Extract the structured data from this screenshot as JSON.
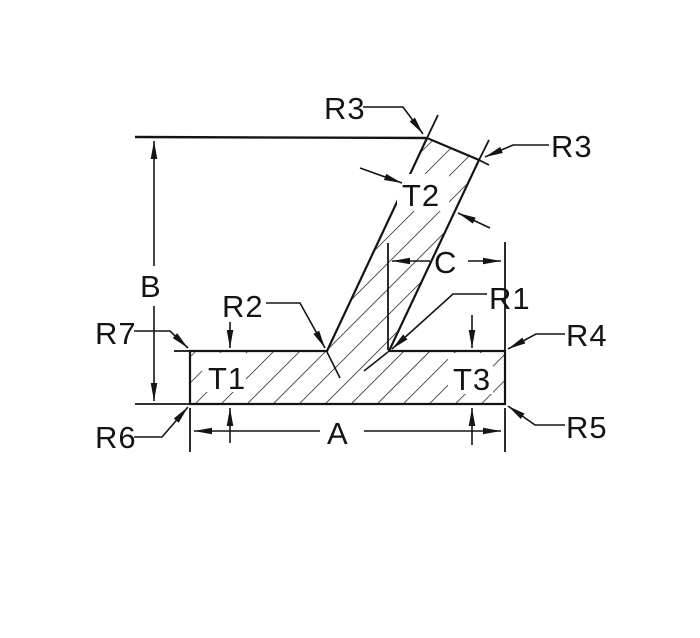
{
  "drawing": {
    "type": "engineering-cross-section",
    "labels": {
      "r3_top": "R3",
      "r3_right": "R3",
      "t2": "T2",
      "c": "C",
      "b": "B",
      "r2": "R2",
      "r1": "R1",
      "r7": "R7",
      "r4": "R4",
      "t1": "T1",
      "t3": "T3",
      "r6": "R6",
      "r5": "R5",
      "a": "A"
    },
    "colors": {
      "line": "#141414",
      "background": "#ffffff"
    }
  }
}
